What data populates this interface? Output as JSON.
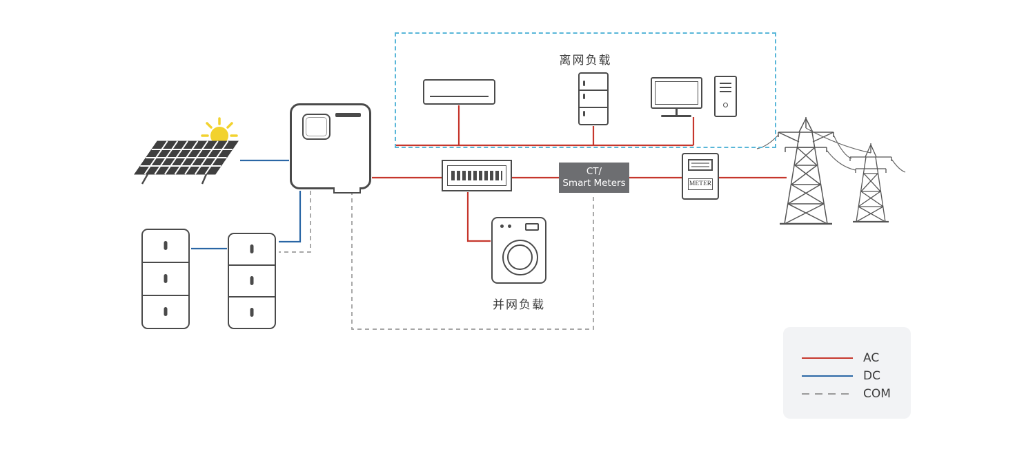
{
  "labels": {
    "offgrid_loads": "离网负载",
    "ongrid_loads": "并网负载"
  },
  "ct_box": {
    "line1": "CT/",
    "line2": "Smart Meters"
  },
  "meter": {
    "label": "METER"
  },
  "legend": {
    "items": [
      {
        "label": "AC",
        "line_style": "solid",
        "color": "#c6362c"
      },
      {
        "label": "DC",
        "line_style": "solid",
        "color": "#2a66a5"
      },
      {
        "label": "COM",
        "line_style": "dashed",
        "color": "#9a9a9a"
      }
    ]
  },
  "colors": {
    "ac_line": "#c6362c",
    "dc_line": "#2a66a5",
    "com_line": "#9a9a9a",
    "offgrid_box_border": "#58b6d8",
    "ct_box_fill": "#6d6e71",
    "component_outline": "#4a4a4a",
    "sun": "#f2d22e",
    "legend_background": "#f2f3f5"
  },
  "graphics": [
    "sun-icon",
    "solar-panel-graphic",
    "inverter-graphic",
    "battery-stack-graphic",
    "air-conditioner-graphic",
    "refrigerator-graphic",
    "computer-graphic",
    "distribution-box-graphic",
    "energy-meter-graphic",
    "transmission-tower-graphic",
    "washing-machine-graphic"
  ]
}
